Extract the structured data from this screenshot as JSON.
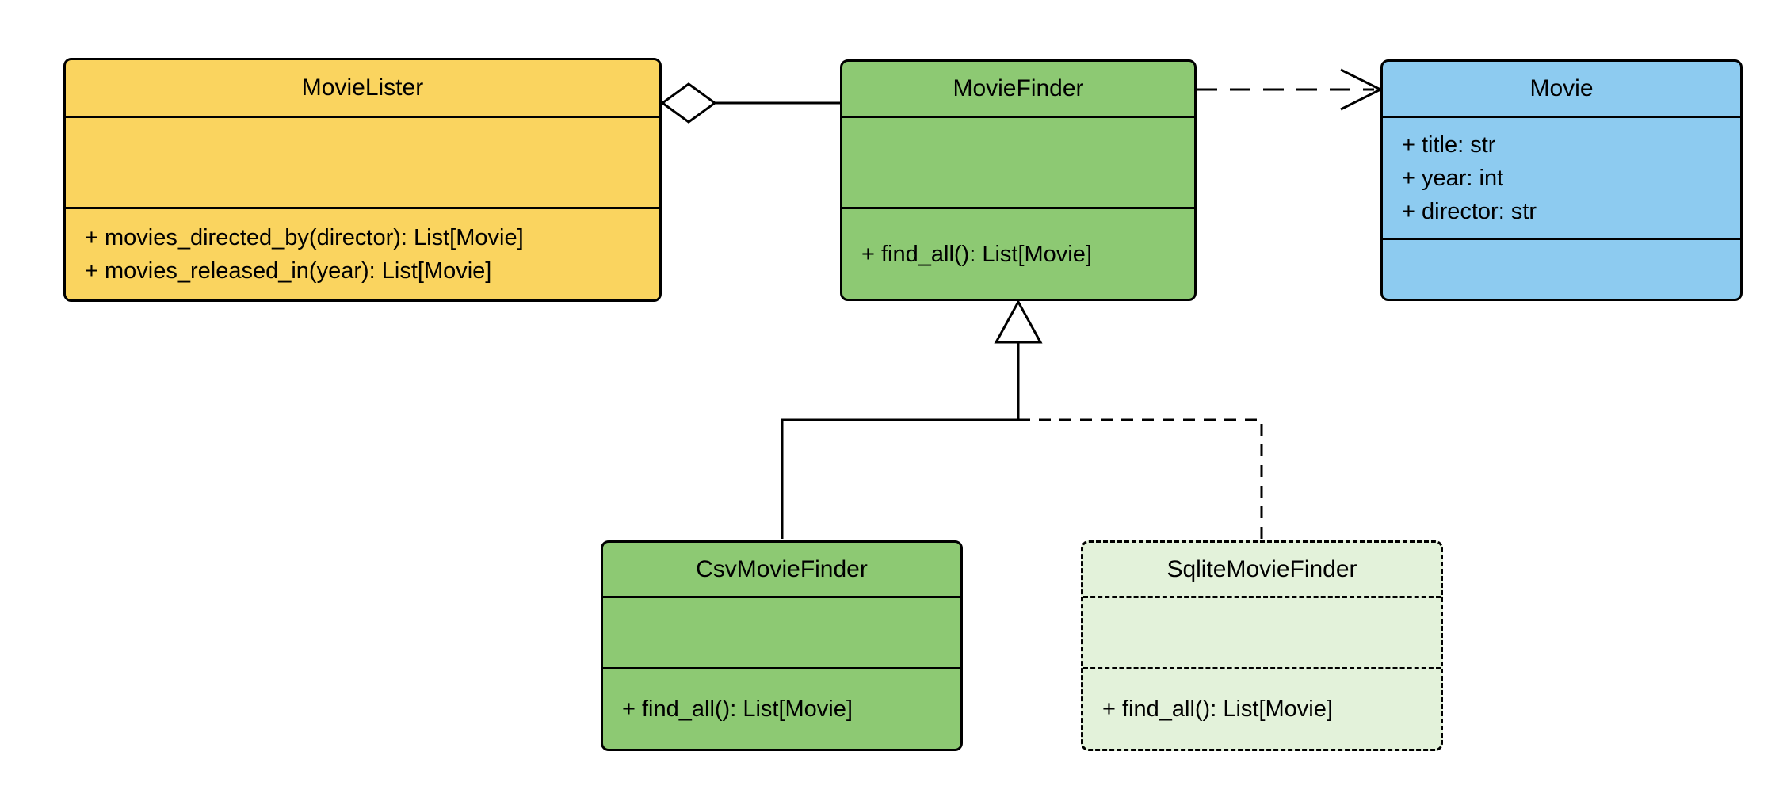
{
  "colors": {
    "background": "#FFFFFF",
    "border": "#000000",
    "movie_lister_fill": "#FAD45F",
    "movie_finder_fill": "#8DC973",
    "movie_fill": "#8DCBF0",
    "sqlite_finder_fill": "#E3F2DA"
  },
  "classes": {
    "movie_lister": {
      "name": "MovieLister",
      "attributes": [],
      "methods": [
        "+ movies_directed_by(director): List[Movie]",
        "+ movies_released_in(year): List[Movie]"
      ]
    },
    "movie_finder": {
      "name": "MovieFinder",
      "attributes": [],
      "methods": [
        "+ find_all(): List[Movie]"
      ]
    },
    "movie": {
      "name": "Movie",
      "attributes": [
        "+ title: str",
        "+ year: int",
        "+ director: str"
      ],
      "methods": []
    },
    "csv_movie_finder": {
      "name": "CsvMovieFinder",
      "attributes": [],
      "methods": [
        "+ find_all(): List[Movie]"
      ]
    },
    "sqlite_movie_finder": {
      "name": "SqliteMovieFinder",
      "attributes": [],
      "methods": [
        "+ find_all(): List[Movie]"
      ]
    }
  },
  "relationships": [
    {
      "type": "aggregation",
      "from": "MovieLister",
      "to": "MovieFinder",
      "line": "solid",
      "marker": "hollow-diamond"
    },
    {
      "type": "dependency",
      "from": "MovieFinder",
      "to": "Movie",
      "line": "dashed",
      "marker": "open-arrow"
    },
    {
      "type": "inheritance",
      "from": "CsvMovieFinder",
      "to": "MovieFinder",
      "line": "solid",
      "marker": "hollow-triangle"
    },
    {
      "type": "inheritance",
      "from": "SqliteMovieFinder",
      "to": "MovieFinder",
      "line": "dashed",
      "marker": "hollow-triangle"
    }
  ]
}
